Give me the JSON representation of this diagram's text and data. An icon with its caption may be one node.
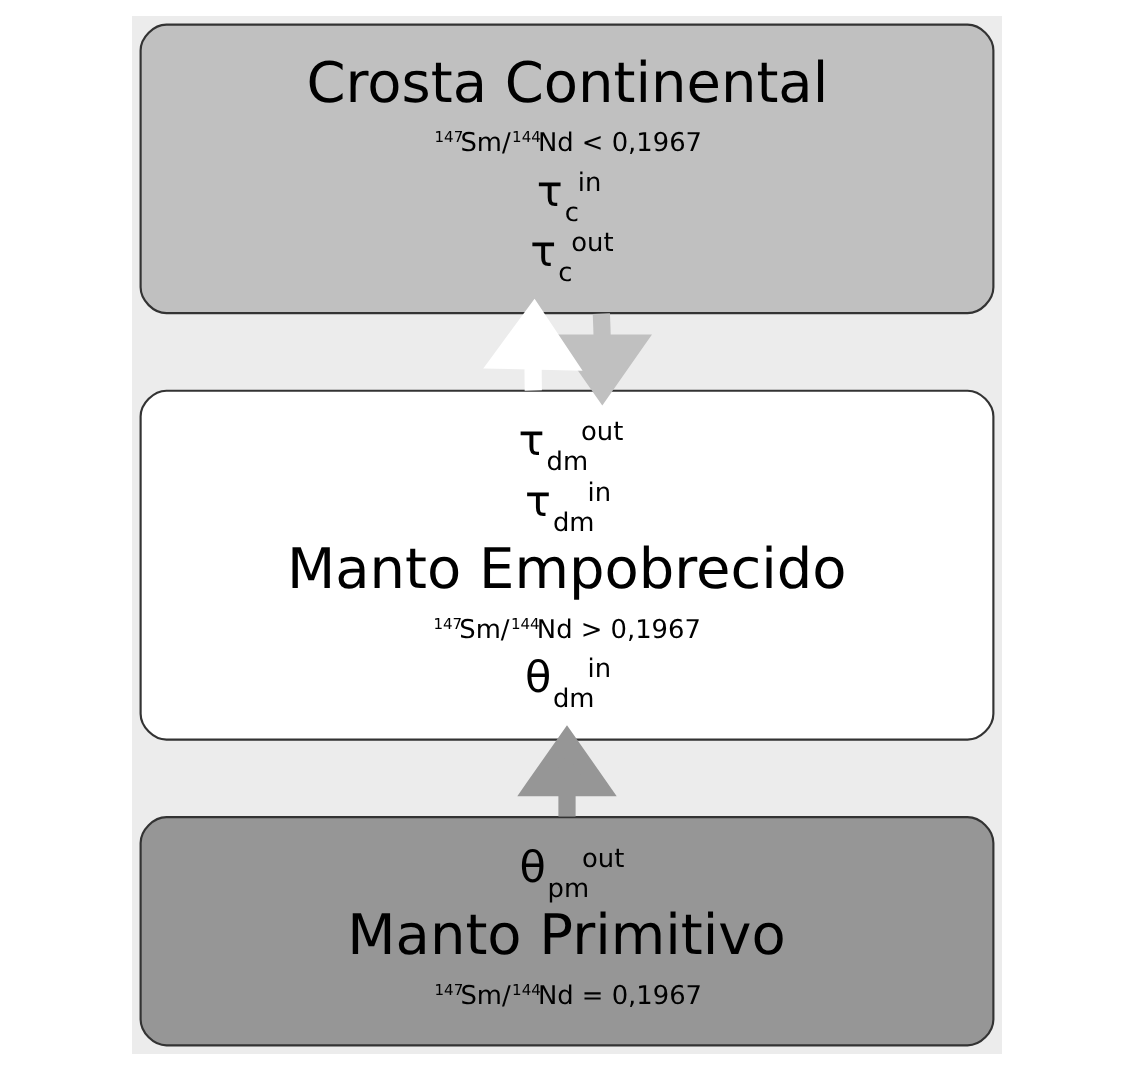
{
  "diagram": {
    "nodes": [
      {
        "text": [
          "Crosta Continental",
          "$^{147}$Sm/$^{144}$Nd < 0,1967",
          "τ$_{c}$$^{in}$",
          "τ$_{c}$$^{out}$"
        ]
      },
      {
        "text": [
          "τ$_{dm}$$^{out}$",
          "τ$_{dm}$$^{in}$",
          "Manto Empobrecido",
          "$^{147}$Sm/$^{144}$Nd > 0,1967",
          "θ$_{dm}$$^{in}$"
        ]
      },
      {
        "text": [
          "θ$_{pm}$$^{out}$",
          "Manto Primitivo",
          "$^{147}$Sm/$^{144}$Nd = 0,1967"
        ]
      }
    ],
    "edges": [
      {
        "from": 1,
        "to": 0,
        "arrow": "to",
        "color": "#ffffff"
      },
      {
        "from": 0,
        "to": 1,
        "arrow": "to",
        "color": "#c0c0c0"
      },
      {
        "from": 2,
        "to": 1,
        "arrow": "to",
        "color": "#969696"
      }
    ]
  }
}
